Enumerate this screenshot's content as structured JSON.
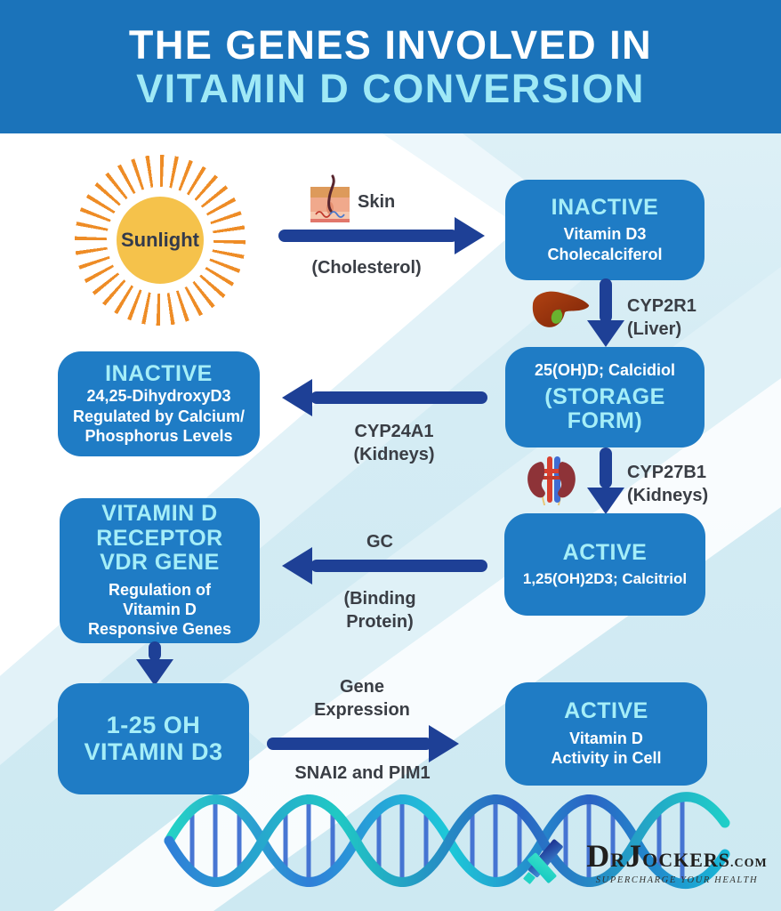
{
  "header": {
    "title_line1": "THE GENES INVOLVED IN",
    "title_line2": "VITAMIN D CONVERSION"
  },
  "colors": {
    "header_bg": "#1b73ba",
    "box_bg": "#1f7cc5",
    "accent_cyan": "#a5eef8",
    "arrow_navy": "#1e4096",
    "background_light_blue": "#cde9f2",
    "sun_yellow": "#f5c24b",
    "sun_ray_orange": "#ee8c26"
  },
  "flow": {
    "sunlight_label": "Sunlight",
    "skin_label": "Skin",
    "cholesterol_label": "(Cholesterol)",
    "cyp2r1": {
      "line1": "CYP2R1",
      "line2": "(Liver)"
    },
    "cyp27b1": {
      "line1": "CYP27B1",
      "line2": "(Kidneys)"
    },
    "cyp24a1": {
      "line1": "CYP24A1",
      "line2": "(Kidneys)"
    },
    "gc": {
      "line1": "GC",
      "line2": "(Binding",
      "line3": "Protein)"
    },
    "gene_expression": {
      "line1": "Gene",
      "line2": "Expression"
    },
    "snai2_pim1": "SNAI2 and PIM1",
    "boxes": {
      "inactive_d3": {
        "title": "INACTIVE",
        "line1": "Vitamin D3",
        "line2": "Cholecalciferol"
      },
      "storage_form": {
        "line1": "25(OH)D; Calcidiol",
        "title1": "(STORAGE",
        "title2": "FORM)"
      },
      "active_calcitriol": {
        "title": "ACTIVE",
        "line1": "1,25(OH)2D3; Calcitriol"
      },
      "inactive_24_25": {
        "title": "INACTIVE",
        "line1": "24,25-DihydroxyD3",
        "line2": "Regulated by Calcium/",
        "line3": "Phosphorus Levels"
      },
      "vdr_gene": {
        "title1": "VITAMIN D",
        "title2": "RECEPTOR",
        "title3": "VDR GENE",
        "line1": "Regulation of",
        "line2": "Vitamin D",
        "line3": "Responsive Genes"
      },
      "vitamin_d3_125": {
        "title1": "1-25 OH",
        "title2": "VITAMIN D3"
      },
      "active_cell": {
        "title": "ACTIVE",
        "line1": "Vitamin D",
        "line2": "Activity in Cell"
      }
    }
  },
  "footer": {
    "logo": {
      "part1": "Dr",
      "part2": "Jockers",
      "suffix": ".com",
      "tagline": "SUPERCHARGE YOUR HEALTH"
    }
  }
}
